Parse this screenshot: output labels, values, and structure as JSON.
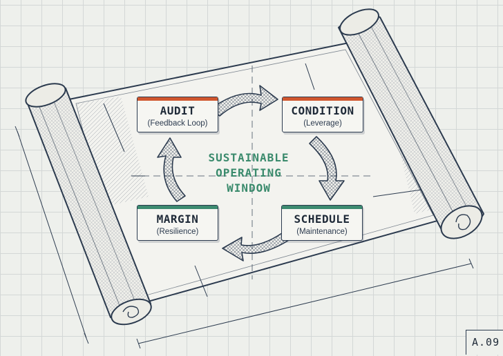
{
  "diagram": {
    "center_title": [
      "SUSTAINABLE",
      "OPERATING",
      "WINDOW"
    ],
    "nodes": [
      {
        "title": "AUDIT",
        "subtitle": "(Feedback Loop)",
        "accent": "#d0562e"
      },
      {
        "title": "CONDITION",
        "subtitle": "(Leverage)",
        "accent": "#d0562e"
      },
      {
        "title": "SCHEDULE",
        "subtitle": "(Maintenance)",
        "accent": "#3c8a70"
      },
      {
        "title": "MARGIN",
        "subtitle": "(Resilience)",
        "accent": "#3c8a70"
      }
    ],
    "cycle_order": [
      "AUDIT",
      "CONDITION",
      "SCHEDULE",
      "MARGIN"
    ],
    "plate_code": "A.09"
  },
  "colors": {
    "ink": "#2b3a4e",
    "accent_orange": "#d0562e",
    "accent_green": "#3c8a70",
    "title_green": "#3a8a6c",
    "paper": "#f2f2ee"
  }
}
